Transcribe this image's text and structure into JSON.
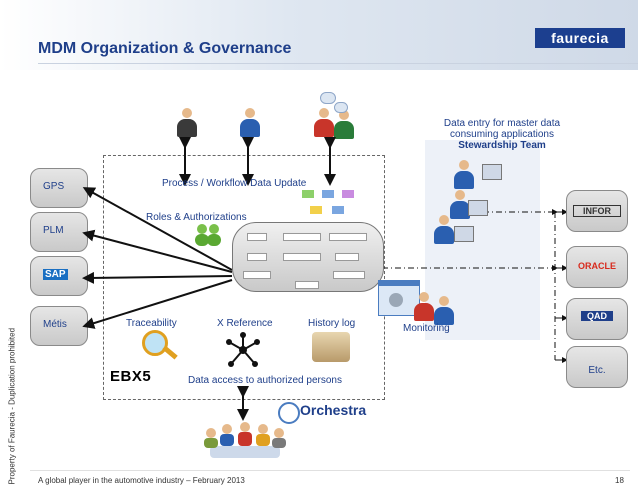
{
  "header": {
    "title": "MDM Organization & Governance",
    "logo": "faurecia"
  },
  "left_systems": [
    "GPS",
    "PLM",
    "SAP",
    "Métis"
  ],
  "center": {
    "process_label": "Process / Workflow Data Update",
    "roles_label": "Roles & Authorizations",
    "traceability": "Traceability",
    "xref": "X Reference",
    "history": "History log",
    "access": "Data access to authorized persons",
    "monitoring": "Monitoring"
  },
  "stewardship": {
    "line1": "Data entry for master data",
    "line2": "consuming applications",
    "team": "Stewardship Team"
  },
  "right_systems": [
    "INFOR",
    "ORACLE",
    "QAD",
    "Etc."
  ],
  "brands": {
    "ebx": "EBX5",
    "orchestra": "Orchestra"
  },
  "footer": {
    "left": "A global player in the automotive industry – February 2013",
    "page": "18",
    "side": "Property of Faurecia - Duplication prohibited"
  }
}
